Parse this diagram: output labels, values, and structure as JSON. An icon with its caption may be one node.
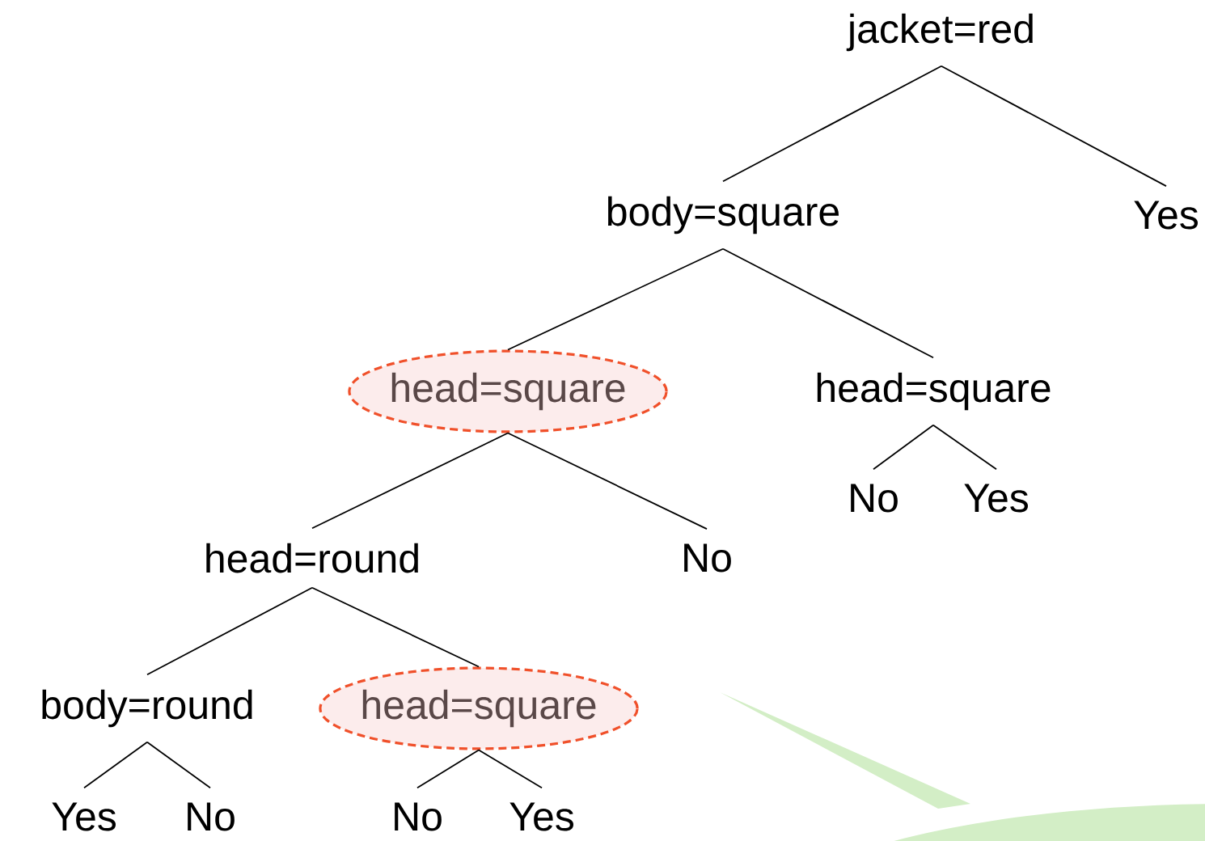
{
  "diagram": {
    "nodes": [
      {
        "text": [
          "jacket=red"
        ]
      },
      {
        "text": [
          "body=square"
        ]
      },
      {
        "text": [
          "Yes"
        ]
      },
      {
        "text": [
          "head=square"
        ]
      },
      {
        "text": [
          "head=square"
        ]
      },
      {
        "text": [
          "No"
        ]
      },
      {
        "text": [
          "Yes"
        ]
      },
      {
        "text": [
          "head=round"
        ]
      },
      {
        "text": [
          "No"
        ]
      },
      {
        "text": [
          "body=round"
        ]
      },
      {
        "text": [
          "head=square"
        ]
      },
      {
        "text": [
          "Yes"
        ]
      },
      {
        "text": [
          "No"
        ]
      },
      {
        "text": [
          "No"
        ]
      },
      {
        "text": [
          "Yes"
        ]
      }
    ],
    "edges": [
      {
        "from": 0,
        "to": 1,
        "arrow": "none"
      },
      {
        "from": 0,
        "to": 2,
        "arrow": "none"
      },
      {
        "from": 1,
        "to": 3,
        "arrow": "none"
      },
      {
        "from": 1,
        "to": 4,
        "arrow": "none"
      },
      {
        "from": 4,
        "to": 5,
        "arrow": "none"
      },
      {
        "from": 4,
        "to": 6,
        "arrow": "none"
      },
      {
        "from": 3,
        "to": 7,
        "arrow": "none"
      },
      {
        "from": 3,
        "to": 8,
        "arrow": "none"
      },
      {
        "from": 7,
        "to": 9,
        "arrow": "none"
      },
      {
        "from": 7,
        "to": 10,
        "arrow": "none"
      },
      {
        "from": 9,
        "to": 11,
        "arrow": "none"
      },
      {
        "from": 9,
        "to": 12,
        "arrow": "none"
      },
      {
        "from": 10,
        "to": 13,
        "arrow": "none"
      },
      {
        "from": 10,
        "to": 14,
        "arrow": "none"
      }
    ]
  }
}
